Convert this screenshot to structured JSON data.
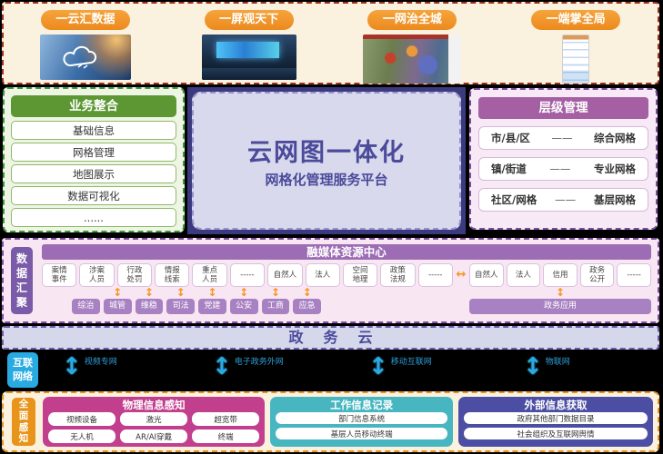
{
  "icons": {
    "updown": "↕",
    "leftright": "↔"
  },
  "colors": {
    "button_orange": "#F0922B",
    "green": "#5D9733",
    "purple_header": "#9C6CB4",
    "title_indigo": "#4B4A9B",
    "network_blue": "#29ABE2",
    "magenta": "#C23F8E",
    "teal": "#47B6C1",
    "indigo_panel": "#4B4EA2",
    "arrow_orange": "#F7941D"
  },
  "top_banner": {
    "buttons": [
      {
        "label": "一云汇数据",
        "image": "cloud-data-photo"
      },
      {
        "label": "一屏观天下",
        "image": "control-room-photo"
      },
      {
        "label": "一网治全城",
        "image": "gis-map-photo"
      },
      {
        "label": "一端掌全局",
        "image": "mobile-app-photo"
      }
    ]
  },
  "business": {
    "title": "业务整合",
    "items": [
      "基础信息",
      "网格管理",
      "地图展示",
      "数据可视化",
      "......"
    ]
  },
  "platform": {
    "title": "云网图一体化",
    "subtitle": "网格化管理服务平台"
  },
  "hierarchy": {
    "title": "层级管理",
    "dash": "——",
    "rows": [
      {
        "left": "市/县/区",
        "right": "综合网格"
      },
      {
        "left": "镇/街道",
        "right": "专业网格"
      },
      {
        "left": "社区/网格",
        "right": "基层网格"
      }
    ]
  },
  "data_hub": {
    "side_label": "数据汇聚",
    "center_title": "融媒体资源中心",
    "left_boxes": [
      "案情\n事件",
      "涉案\n人员",
      "行政\n处罚",
      "情报\n线索",
      "重点\n人员",
      "-----",
      "自然人",
      "法人",
      "空间\n地理",
      "政策\n法规",
      "-----"
    ],
    "right_boxes": [
      "自然人",
      "法人",
      "信用",
      "政务\n公开",
      "-----"
    ],
    "apps": [
      "综治",
      "城管",
      "维稳",
      "司法",
      "党建",
      "公安",
      "工商",
      "应急"
    ],
    "gov_app": "政务应用"
  },
  "gov_cloud": {
    "label": "政务云"
  },
  "network": {
    "side_label": "互联网络",
    "links": [
      "视频专网",
      "电子政务外网",
      "移动互联网",
      "物联网"
    ]
  },
  "perception": {
    "side_label": "全面感知",
    "panels": [
      {
        "title": "物理信息感知",
        "items": [
          "视频设备",
          "激光",
          "超宽带",
          "无人机",
          "AR/AI穿戴",
          "终端"
        ]
      },
      {
        "title": "工作信息记录",
        "items": [
          "部门信息系统",
          "基层人员移动终端"
        ]
      },
      {
        "title": "外部信息获取",
        "items": [
          "政府其他部门数据目录",
          "社会组织及互联网舆情"
        ]
      }
    ]
  }
}
